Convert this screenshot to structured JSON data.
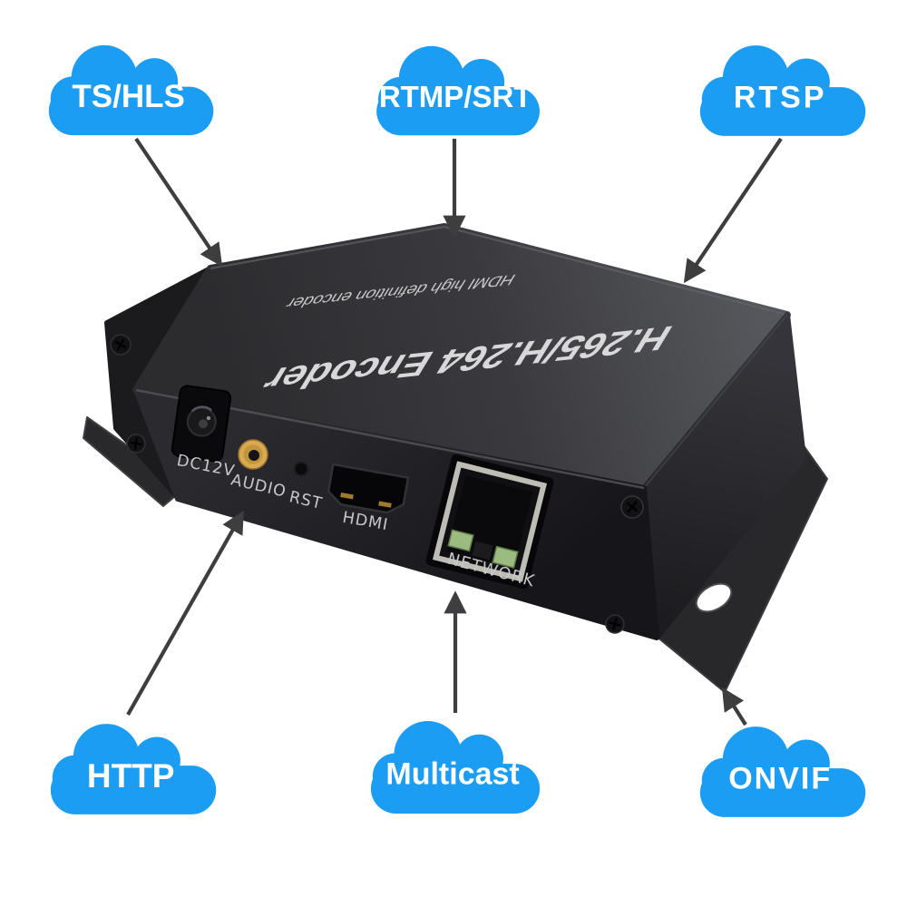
{
  "clouds": [
    {
      "label": "TS/HLS"
    },
    {
      "label": "RTMP/SRT"
    },
    {
      "label": "RTSP"
    },
    {
      "label": "HTTP"
    },
    {
      "label": "Multicast"
    },
    {
      "label": "ONVIF"
    }
  ],
  "device": {
    "top_title": "H.265/H.264 Encoder",
    "top_subtitle": "HDMI high definition encoder",
    "ports": {
      "dc": "DC12V",
      "audio": "AUDIO",
      "reset": "RST",
      "hdmi": "HDMI",
      "network": "NETWORK"
    }
  },
  "colors": {
    "cloud_blue": "#1b9df3",
    "arrow_gray": "#3e3e41",
    "label_gray": "#c7c7c9",
    "top_text": "#d8d8da",
    "audio_gold": "#d8a94e",
    "led_green": "#9cbb80"
  }
}
